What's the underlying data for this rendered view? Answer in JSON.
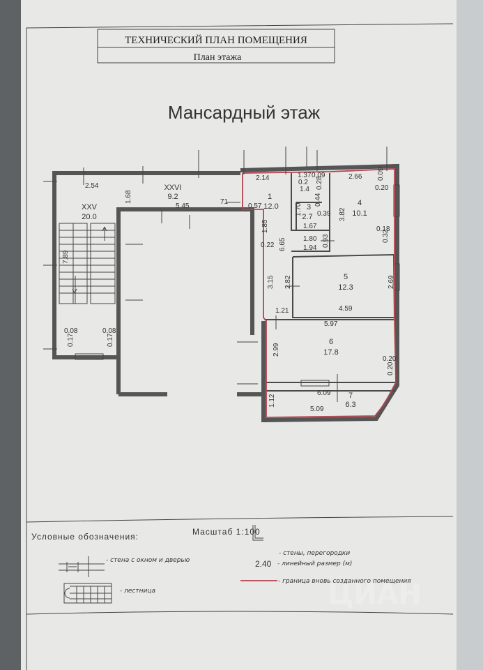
{
  "header": {
    "title": "ТЕХНИЧЕСКИЙ ПЛАН ПОМЕЩЕНИЯ",
    "subtitle": "План этажа",
    "floor_title": "Мансардный этаж"
  },
  "plan": {
    "rooms": [
      {
        "id": "XXV",
        "area": "20.0"
      },
      {
        "id": "XXVI",
        "area": "9.2"
      },
      {
        "id": "1",
        "area": "12.0"
      },
      {
        "id": "3",
        "area": "2.7"
      },
      {
        "id": "4",
        "area": "10.1"
      },
      {
        "id": "5",
        "area": "12.3"
      },
      {
        "id": "6",
        "area": "17.8"
      },
      {
        "id": "7",
        "area": "6.3"
      }
    ],
    "dims": [
      "2.54",
      "1.68",
      "5.45",
      "71",
      "7.89",
      "0.08",
      "0.17",
      "0.08",
      "0.17",
      "2.14",
      "1.37",
      "0.09",
      "0.2",
      "1.4",
      "0.28",
      "0.44",
      "1.70",
      "0.39",
      "1.67",
      "0.57",
      "3.82",
      "2.66",
      "0.09",
      "0.20",
      "0.18",
      "0.32",
      "1.85",
      "0.22",
      "6.65",
      "1.80",
      "1.94",
      "0.93",
      "3.15",
      "2.82",
      "1.21",
      "4.59",
      "2.69",
      "5.97",
      "2.99",
      "0.20",
      "0.20",
      "6.09",
      "5.09",
      "1.12"
    ]
  },
  "legend": {
    "heading": "Условные обозначения:",
    "scale": "Масштаб 1:100",
    "items": [
      {
        "label": "- стена с окном и дверью"
      },
      {
        "label": "- лестница"
      },
      {
        "label": "- стены, перегородки"
      },
      {
        "label": "- линейный размер (м)",
        "sample": "2.40"
      },
      {
        "label": "- граница вновь созданного помещения"
      }
    ]
  },
  "watermark": "ЦИАН",
  "colors": {
    "boundary": "#b3434f",
    "wall": "#4a4a4a",
    "paper": "#e8e8e6"
  }
}
